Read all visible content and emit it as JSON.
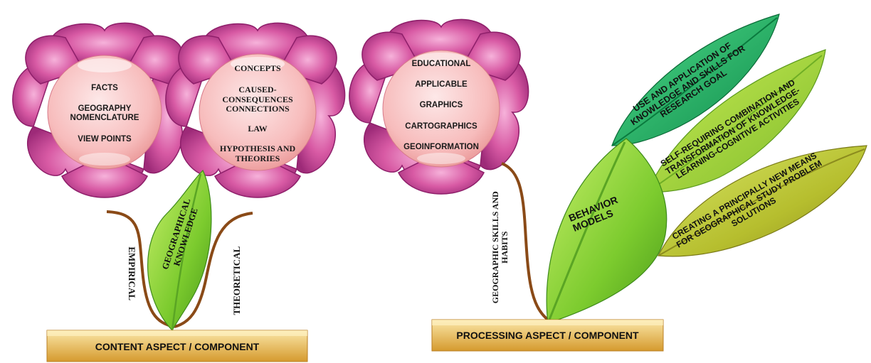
{
  "content_component": {
    "flower_left_items": [
      "FACTS",
      "GEOGRAPHY NOMENCLATURE",
      "VIEW POINTS"
    ],
    "flower_right_items": [
      "CONCEPTS",
      "CAUSED-CONSEQUENCES CONNECTIONS",
      "LAW",
      "HYPOTHESIS AND THEORIES"
    ],
    "left_stem_label": "EMPIRICAL",
    "right_stem_label": "THEORETICAL",
    "leaf_label": "GEOGRAPHICAL KNOWLEDGE",
    "base_label": "CONTENT ASPECT / COMPONENT"
  },
  "processing_component": {
    "flower_items": [
      "EDUCATIONAL",
      "APPLICABLE",
      "GRAPHICS",
      "CARTOGRAPHICS",
      "GEOINFORMATION"
    ],
    "stem_label": "GEOGRAPHIC SKILLS AND HABITS",
    "main_leaf_label": "BEHAVIOR MODELS",
    "leaf_top_label": "USE AND APPLICATION OF KNOWLEDGE AND SKILLS FOR RESEARCH GOAL",
    "leaf_middle_label": "SELF-REQUIRING COMBINATION AND TRANSFORMATION OF KNOWLEDGE-LEARNING-COGNITIVE ACTIVITIES",
    "leaf_bottom_label": "CREATING A PRINCIPALLY NEW MEANS FOR GEOGRAPHICAL STUDY PROBLEM SOLUTIONS",
    "base_label": "PROCESSING ASPECT / COMPONENT"
  },
  "colors": {
    "petal": "#d2559b",
    "petal_dark": "#a8287a",
    "center": "#f8c6c6",
    "stem": "#8a4a17",
    "leaf_green": "#8fd13a",
    "leaf_dark": "#1e9f5a",
    "leaf_olive": "#a9b92c",
    "plate": "#e8b64a"
  }
}
